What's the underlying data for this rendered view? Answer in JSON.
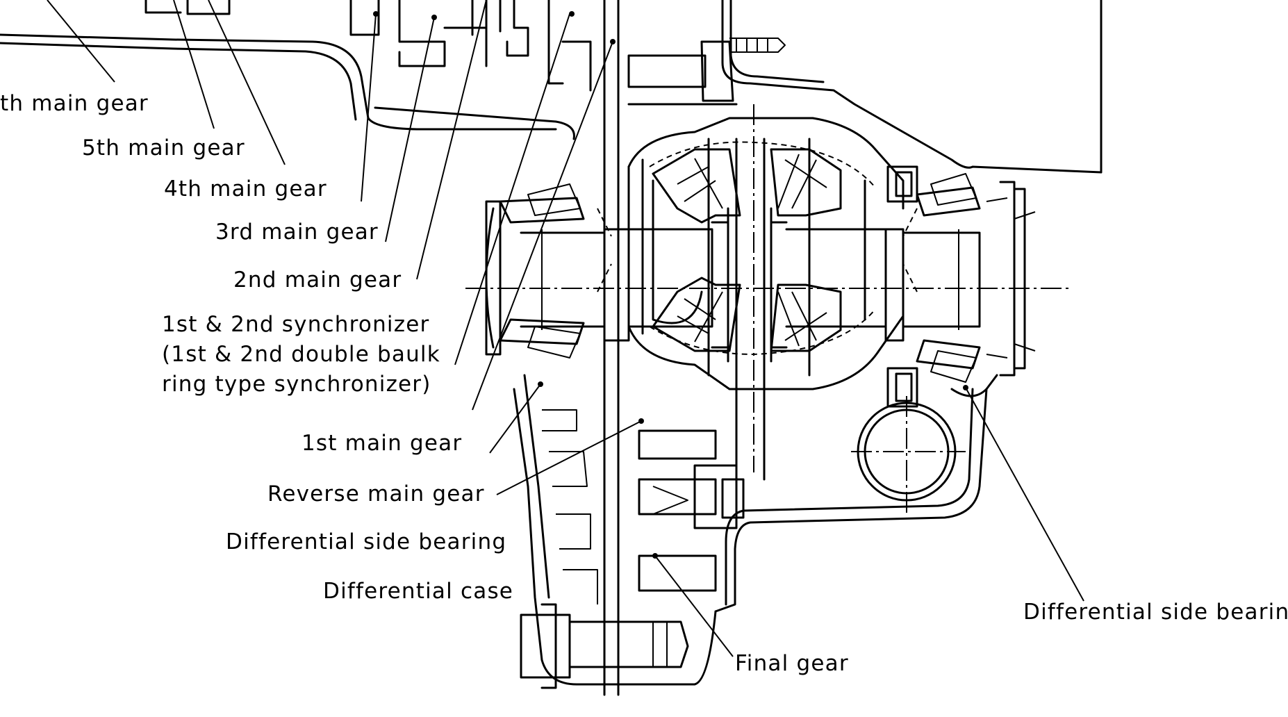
{
  "labels": {
    "sixth_main_gear": "th main gear",
    "fifth_main_gear": "5th main gear",
    "fourth_main_gear": "4th main gear",
    "third_main_gear": "3rd main gear",
    "second_main_gear": "2nd main gear",
    "synchronizer_line1": "1st & 2nd synchronizer",
    "synchronizer_line2": "(1st & 2nd double baulk",
    "synchronizer_line3": "ring type synchronizer)",
    "first_main_gear": "1st main gear",
    "reverse_main_gear": "Reverse main gear",
    "differential_side_bearing_left": "Differential side bearing",
    "differential_case": "Differential case",
    "final_gear": "Final gear",
    "differential_side_bearing_right": "Differential side bearin"
  }
}
